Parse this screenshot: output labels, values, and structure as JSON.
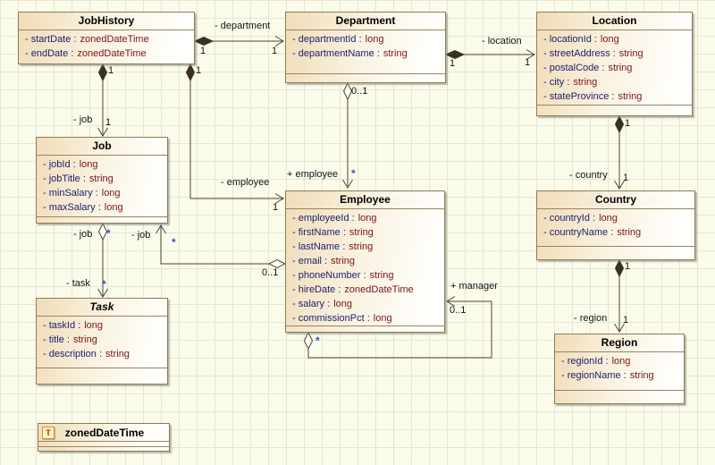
{
  "colors": {
    "background": "#fbfbea",
    "grid_line": "#e5e5d6",
    "box_border": "#8d7c55",
    "box_fill_left": "#f0dcb8",
    "attr_name": "#20206e",
    "attr_type": "#7a1414",
    "edge_line": "#4d4435",
    "star_multiplicity": "#3853b8"
  },
  "icons": {
    "datatype_glyph": "T"
  },
  "classes": [
    {
      "name": "JobHistory",
      "attributes": [
        {
          "n": "- startDate :",
          "t": "zonedDateTime"
        },
        {
          "n": "- endDate :",
          "t": "zonedDateTime"
        }
      ]
    },
    {
      "name": "Department",
      "attributes": [
        {
          "n": "- departmentId :",
          "t": "long"
        },
        {
          "n": "- departmentName :",
          "t": "string"
        }
      ]
    },
    {
      "name": "Location",
      "attributes": [
        {
          "n": "- locationId :",
          "t": "long"
        },
        {
          "n": "- streetAddress :",
          "t": "string"
        },
        {
          "n": "- postalCode :",
          "t": "string"
        },
        {
          "n": "- city :",
          "t": "string"
        },
        {
          "n": "- stateProvince :",
          "t": "string"
        }
      ]
    },
    {
      "name": "Job",
      "attributes": [
        {
          "n": "- jobId :",
          "t": "long"
        },
        {
          "n": "- jobTitle :",
          "t": "string"
        },
        {
          "n": "- minSalary :",
          "t": "long"
        },
        {
          "n": "- maxSalary :",
          "t": "long"
        }
      ]
    },
    {
      "name": "Employee",
      "attributes": [
        {
          "n": "- employeeId :",
          "t": "long"
        },
        {
          "n": "- firstName :",
          "t": "string"
        },
        {
          "n": "- lastName :",
          "t": "string"
        },
        {
          "n": "- email :",
          "t": "string"
        },
        {
          "n": "- phoneNumber :",
          "t": "string"
        },
        {
          "n": "- hireDate :",
          "t": "zonedDateTime"
        },
        {
          "n": "- salary :",
          "t": "long"
        },
        {
          "n": "- commissionPct :",
          "t": "long"
        }
      ]
    },
    {
      "name": "Country",
      "attributes": [
        {
          "n": "- countryId :",
          "t": "long"
        },
        {
          "n": "- countryName :",
          "t": "string"
        }
      ]
    },
    {
      "name": "Task",
      "attributes": [
        {
          "n": "- taskId :",
          "t": "long"
        },
        {
          "n": "- title :",
          "t": "string"
        },
        {
          "n": "- description :",
          "t": "string"
        }
      ]
    },
    {
      "name": "Region",
      "attributes": [
        {
          "n": "- regionId :",
          "t": "long"
        },
        {
          "n": "- regionName :",
          "t": "string"
        }
      ]
    },
    {
      "name": "zonedDateTime",
      "attributes": []
    }
  ],
  "relationships": [
    {
      "name": "JobHistory to Department",
      "type": "composition",
      "label": "- department",
      "source_mult": "1",
      "target_mult": "1"
    },
    {
      "name": "JobHistory to Job",
      "type": "composition",
      "label": "- job",
      "source_mult": "1",
      "target_mult": "1"
    },
    {
      "name": "JobHistory to Employee",
      "type": "composition",
      "label": "- employee",
      "source_mult": "1",
      "target_mult": "1"
    },
    {
      "name": "Department to Location",
      "type": "composition",
      "label": "- location",
      "source_mult": "1",
      "target_mult": "1"
    },
    {
      "name": "Department to Employee",
      "type": "aggregation",
      "label": "+ employee",
      "source_mult": "0..1",
      "target_mult": "*"
    },
    {
      "name": "Employee to Job",
      "type": "aggregation",
      "label": "- job",
      "source_mult": "0..1",
      "target_mult": "*"
    },
    {
      "name": "Job to Task",
      "type": "aggregation",
      "source_label": "- job",
      "source_mult": "*",
      "label": "- task",
      "target_mult": "*"
    },
    {
      "name": "Employee to Employee manager",
      "type": "aggregation",
      "label": "+ manager",
      "source_mult": "*",
      "target_mult": "0..1"
    },
    {
      "name": "Location to Country",
      "type": "composition",
      "label": "- country",
      "source_mult": "1",
      "target_mult": "1"
    },
    {
      "name": "Country to Region",
      "type": "composition",
      "label": "- region",
      "source_mult": "1",
      "target_mult": "1"
    }
  ]
}
